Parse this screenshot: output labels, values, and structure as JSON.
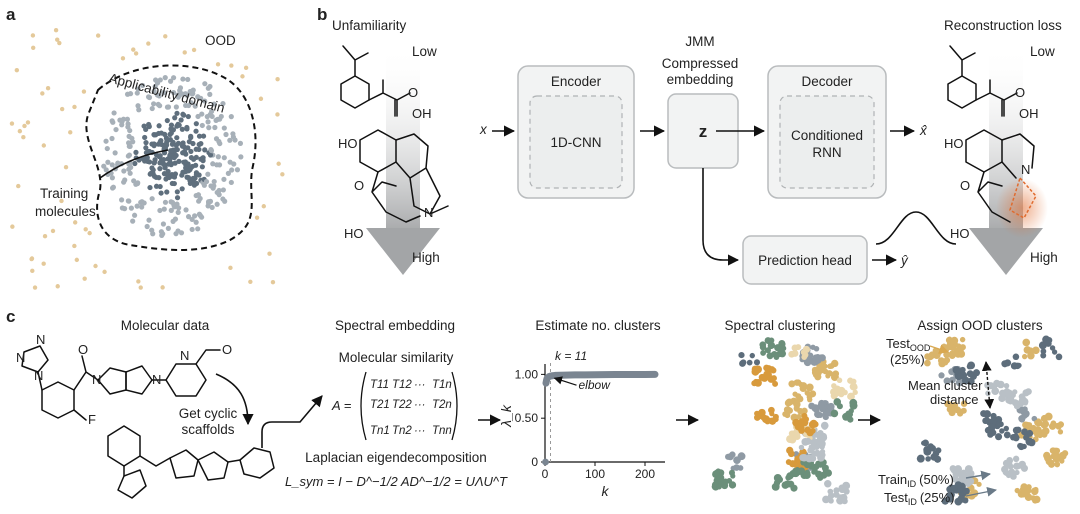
{
  "panel_a": {
    "label": "a",
    "ood": "OOD",
    "domain": "Applicability domain",
    "training_1": "Training",
    "training_2": "molecules",
    "colors": {
      "in_domain": "#5f6f7d",
      "in_domain_light": "#a7b0b8",
      "ood_points": "#e4c99a"
    }
  },
  "panel_b": {
    "label": "b",
    "unfamiliarity": "Unfamiliarity",
    "low": "Low",
    "high": "High",
    "jmm": "JMM",
    "compressed_1": "Compressed",
    "compressed_2": "embedding",
    "encoder": "Encoder",
    "encoder_inner": "1D-CNN",
    "z": "z",
    "x": "x",
    "x_hat": "x̂",
    "y_hat": "ŷ",
    "decoder": "Decoder",
    "decoder_inner_1": "Conditioned",
    "decoder_inner_2": "RNN",
    "prediction_head": "Prediction head",
    "recon_loss": "Reconstruction loss",
    "low_right": "Low",
    "high_right": "High",
    "oh": "OH",
    "o": "O",
    "ho": "HO",
    "n": "N",
    "o_ring": "O",
    "ho2": "HO",
    "colors": {
      "accent": "#e06b2e"
    }
  },
  "panel_c": {
    "label": "c",
    "mol_data": "Molecular data",
    "get_cyclic_1": "Get cyclic",
    "get_cyclic_2": "scaffolds",
    "spectral_embedding": "Spectral embedding",
    "mol_similarity": "Molecular similarity",
    "a_eq": "A =",
    "laplacian": "Laplacian eigendecomposition",
    "lsym": "L_sym = I − D^−1/2 AD^−1/2 = UΛU^T",
    "estimate": "Estimate no. clusters",
    "k_eq": "k = 11",
    "elbow": "elbow",
    "k_label": "k",
    "lambda_label": "λ_k",
    "spectral_clustering": "Spectral clustering",
    "assign_ood": "Assign OOD clusters",
    "test_ood": "Test",
    "test_ood_sub": "OOD",
    "test_ood_pct": "(25%)",
    "mean_cluster_1": "Mean cluster",
    "mean_cluster_2": "distance",
    "train_id": "Train",
    "train_id_sub": "ID",
    "train_id_pct": "(50%)",
    "test_id": "Test",
    "test_id_sub": "ID",
    "test_id_pct": "(25%)",
    "atom_n1": "N",
    "atom_n2": "N",
    "atom_n3": "N",
    "atom_n4": "N",
    "atom_n5": "N",
    "atom_n6": "N",
    "atom_o1": "O",
    "atom_o2": "O",
    "atom_f": "F",
    "matrix": {
      "row1": [
        "T11",
        "T12",
        "···",
        "T1n"
      ],
      "row2": [
        "T21",
        "T22",
        "···",
        "T2n"
      ],
      "row3": [
        "Tn1",
        "Tn2",
        "···",
        "Tnn"
      ]
    },
    "colors": {
      "gold": "#d9b46a",
      "slate": "#5d6d7b",
      "light_gold": "#ead7ad",
      "orange": "#d89a3c"
    }
  },
  "chart_data": {
    "type": "scatter",
    "title": "Estimate no. clusters",
    "xlabel": "k",
    "ylabel": "λ_k",
    "xlim": [
      0,
      240
    ],
    "ylim": [
      0,
      1.05
    ],
    "x_ticks": [
      0,
      100,
      200
    ],
    "y_ticks": [
      0,
      0.5,
      1.0
    ],
    "y_tick_labels": [
      "0",
      "0.50",
      "1.00"
    ],
    "annotation": "k = 11",
    "elbow_k": 11,
    "series": [
      {
        "x": [
          1,
          2,
          3,
          4,
          5,
          6,
          8,
          11,
          15,
          20,
          30,
          40,
          60,
          80,
          100,
          120,
          140,
          160,
          180,
          200,
          220
        ],
        "y": [
          0.0,
          0.9,
          0.93,
          0.95,
          0.96,
          0.965,
          0.975,
          0.98,
          0.985,
          0.988,
          0.99,
          0.992,
          0.994,
          0.995,
          0.996,
          0.997,
          0.998,
          0.998,
          0.999,
          0.999,
          1.0
        ]
      }
    ]
  }
}
